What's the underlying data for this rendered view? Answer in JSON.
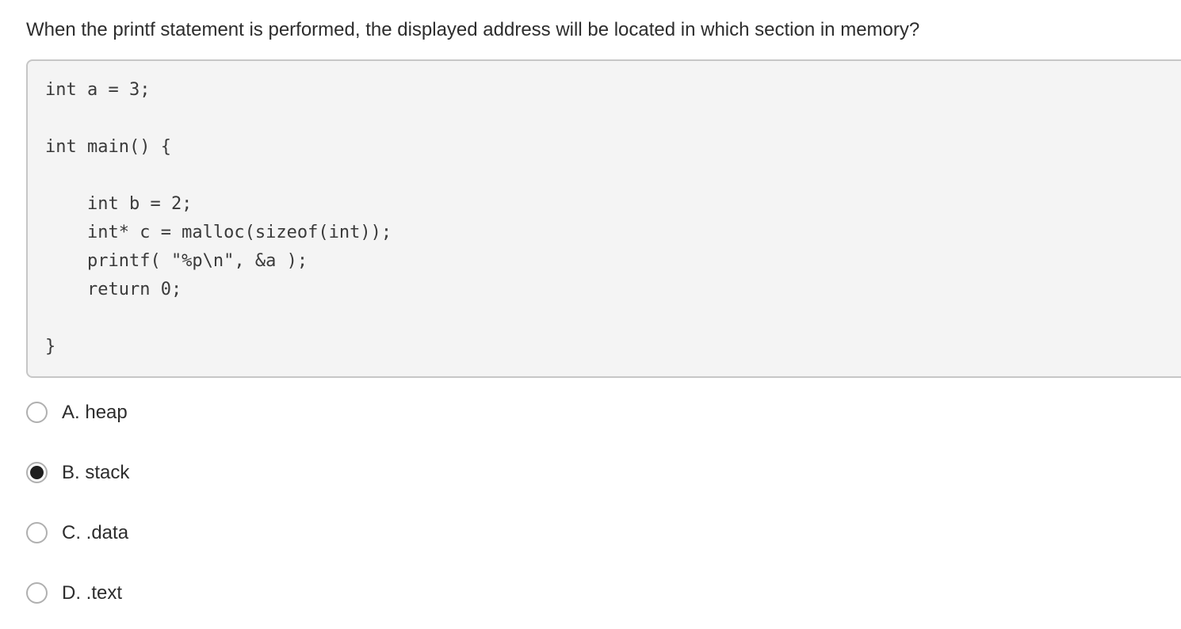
{
  "question": "When the printf statement is performed, the displayed address will be located in which section in memory?",
  "code": "int a = 3;\n\nint main() {\n\n    int b = 2;\n    int* c = malloc(sizeof(int));\n    printf( \"%p\\n\", &a );\n    return 0;\n\n}",
  "options": [
    {
      "letter": "A",
      "label": "A. heap",
      "selected": false
    },
    {
      "letter": "B",
      "label": "B. stack",
      "selected": true
    },
    {
      "letter": "C",
      "label": "C. .data",
      "selected": false
    },
    {
      "letter": "D",
      "label": "D. .text",
      "selected": false
    }
  ],
  "colors": {
    "page_background": "#ffffff",
    "code_background": "#f4f4f4",
    "code_border": "#c6c6c6",
    "text": "#2d2d2d",
    "code_text": "#3a3a3a",
    "radio_border": "#b0b0b0",
    "radio_dot": "#1f1f1f"
  }
}
